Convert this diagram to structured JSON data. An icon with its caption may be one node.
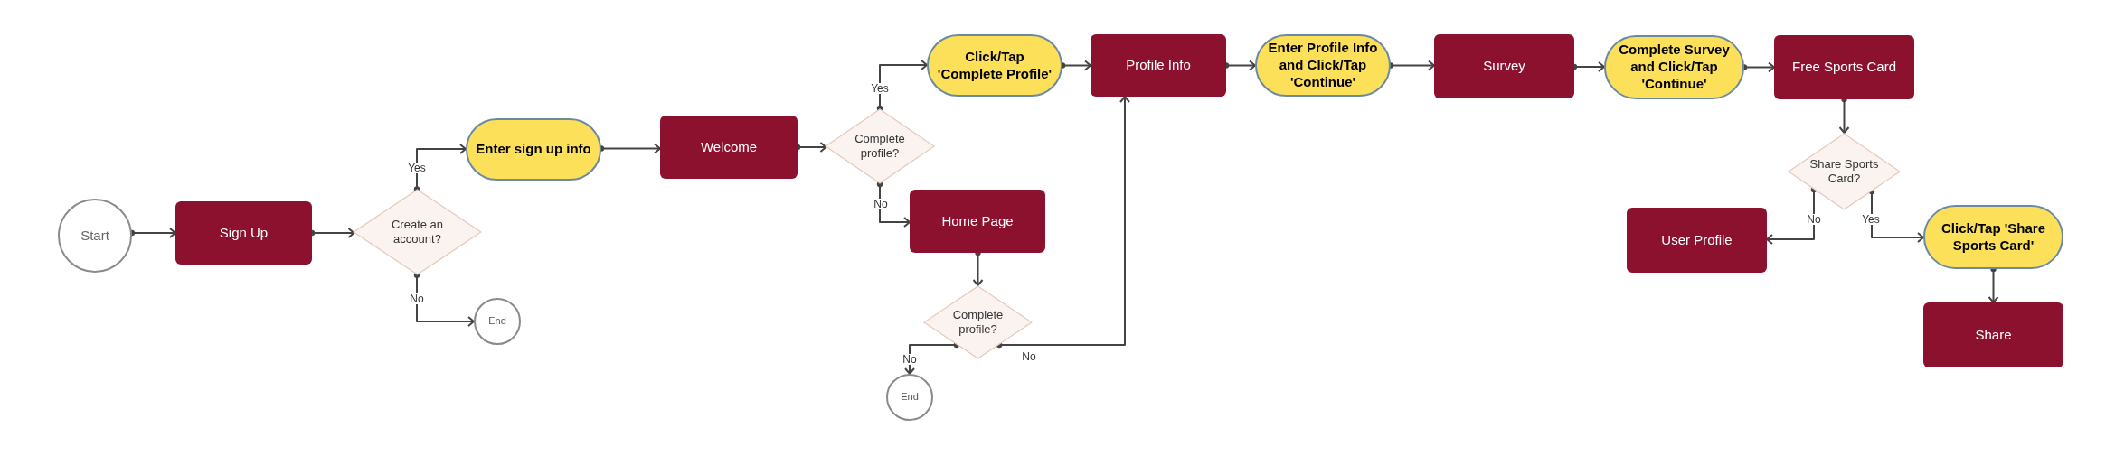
{
  "diagram": {
    "nodes": [
      {
        "text": [
          "Start"
        ]
      },
      {
        "text": [
          "Sign Up"
        ]
      },
      {
        "text": [
          "Create an account?"
        ]
      },
      {
        "text": [
          "Enter sign up info"
        ]
      },
      {
        "text": [
          "End"
        ]
      },
      {
        "text": [
          "Welcome"
        ]
      },
      {
        "text": [
          "Complete profile?"
        ]
      },
      {
        "text": [
          "Click/Tap 'Complete Profile'"
        ]
      },
      {
        "text": [
          "Home Page"
        ]
      },
      {
        "text": [
          "Complete profile?"
        ]
      },
      {
        "text": [
          "End"
        ]
      },
      {
        "text": [
          "Profile Info"
        ]
      },
      {
        "text": [
          "Enter Profile Info and Click/Tap 'Continue'"
        ]
      },
      {
        "text": [
          "Survey"
        ]
      },
      {
        "text": [
          "Complete Survey and Click/Tap 'Continue'"
        ]
      },
      {
        "text": [
          "Free Sports Card"
        ]
      },
      {
        "text": [
          "Share Sports Card?"
        ]
      },
      {
        "text": [
          "User Profile"
        ]
      },
      {
        "text": [
          "Click/Tap 'Share Sports Card'"
        ]
      },
      {
        "text": [
          "Share"
        ]
      }
    ],
    "edges": [
      {
        "from": 0,
        "to": 1,
        "arrow": "to"
      },
      {
        "from": 1,
        "to": 2,
        "arrow": "to"
      },
      {
        "from": 2,
        "to": 3,
        "arrow": "to",
        "label": "Yes"
      },
      {
        "from": 2,
        "to": 4,
        "arrow": "to",
        "label": "No"
      },
      {
        "from": 3,
        "to": 5,
        "arrow": "to"
      },
      {
        "from": 5,
        "to": 6,
        "arrow": "to"
      },
      {
        "from": 6,
        "to": 7,
        "arrow": "to",
        "label": "Yes"
      },
      {
        "from": 6,
        "to": 8,
        "arrow": "to",
        "label": "No"
      },
      {
        "from": 8,
        "to": 9,
        "arrow": "to"
      },
      {
        "from": 9,
        "to": 10,
        "arrow": "to",
        "label": "No"
      },
      {
        "from": 9,
        "to": 11,
        "arrow": "to",
        "label": "No"
      },
      {
        "from": 7,
        "to": 11,
        "arrow": "to"
      },
      {
        "from": 11,
        "to": 12,
        "arrow": "to"
      },
      {
        "from": 12,
        "to": 13,
        "arrow": "to"
      },
      {
        "from": 13,
        "to": 14,
        "arrow": "to"
      },
      {
        "from": 14,
        "to": 15,
        "arrow": "to"
      },
      {
        "from": 15,
        "to": 16,
        "arrow": "to"
      },
      {
        "from": 16,
        "to": 17,
        "arrow": "to",
        "label": "No"
      },
      {
        "from": 16,
        "to": 18,
        "arrow": "to",
        "label": "Yes"
      },
      {
        "from": 18,
        "to": 19,
        "arrow": "to"
      }
    ]
  }
}
